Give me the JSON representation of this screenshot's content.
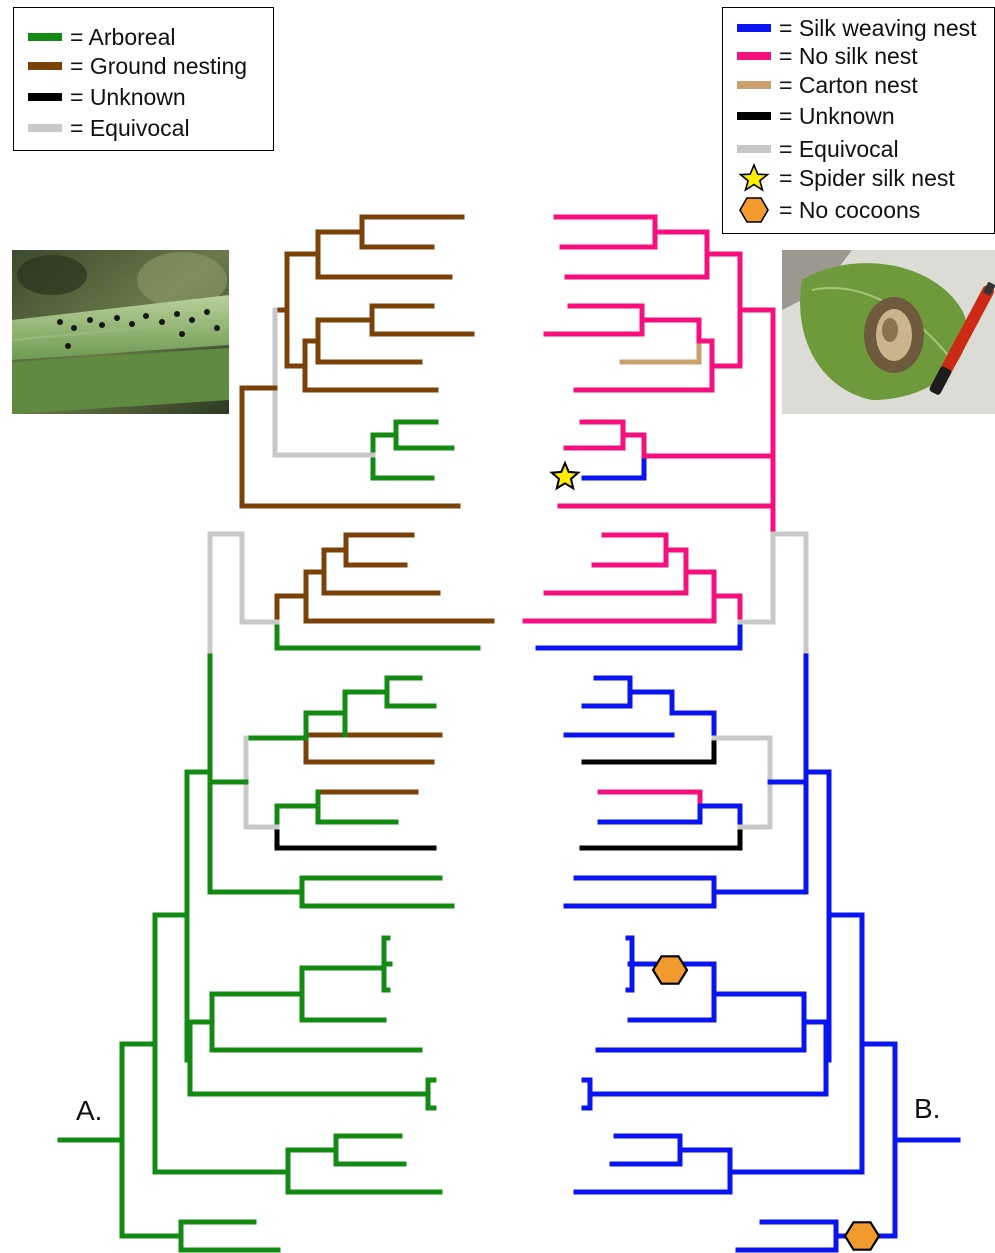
{
  "legend_left": {
    "items": [
      {
        "label": "= Arboreal",
        "color": "#138a13"
      },
      {
        "label": "= Ground nesting",
        "color": "#7a4208"
      },
      {
        "label": "= Unknown",
        "color": "#000000"
      },
      {
        "label": "= Equivocal",
        "color": "#c8c8c8"
      }
    ]
  },
  "legend_right": {
    "items": [
      {
        "label": "= Silk weaving nest",
        "color": "#0a14f0",
        "icon": "swatch"
      },
      {
        "label": "= No silk nest",
        "color": "#f5107e",
        "icon": "swatch"
      },
      {
        "label": "= Carton nest",
        "color": "#c9a06e",
        "icon": "swatch"
      },
      {
        "label": "= Unknown",
        "color": "#000000",
        "icon": "swatch"
      },
      {
        "label": "= Equivocal",
        "color": "#c8c8c8",
        "icon": "swatch"
      },
      {
        "label": "= Spider silk nest",
        "color": "#ffee00",
        "icon": "star-icon"
      },
      {
        "label": "= No cocoons",
        "color": "#f29a2e",
        "icon": "hexagon-icon"
      }
    ]
  },
  "panel_labels": {
    "a": "A.",
    "b": "B."
  },
  "colors": {
    "green": "#138a13",
    "brown": "#7a4208",
    "grey": "#c8c8c8",
    "black": "#000000",
    "blue": "#0a14f0",
    "pink": "#f5107e",
    "tan": "#c9a06e",
    "star": "#ffee00",
    "hexagon": "#f29a2e"
  }
}
